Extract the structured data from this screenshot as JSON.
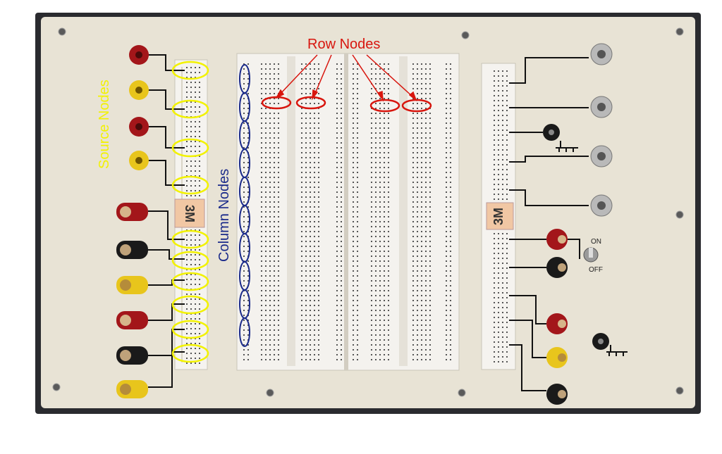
{
  "labels": {
    "source_nodes": "Source Nodes",
    "column_nodes": "Column Nodes",
    "row_nodes": "Row Nodes",
    "on": "ON",
    "off": "OFF",
    "brand_left": "3M",
    "brand_right": "3M"
  },
  "colors": {
    "source_highlight": "#f2f200",
    "column_highlight": "#1a2a8a",
    "row_highlight": "#d8160e",
    "panel": "#e8e3d5",
    "breadboard": "#f4f2ee",
    "jack_red": "#a3161a",
    "jack_yellow": "#e8c51c",
    "jack_black": "#1a1a1a"
  },
  "left_jacks": [
    "red-jack-icon",
    "yellow-jack-icon",
    "red-jack-icon",
    "yellow-jack-icon",
    "red-binding-post-icon",
    "black-binding-post-icon",
    "yellow-binding-post-icon",
    "red-binding-post-icon",
    "black-binding-post-icon",
    "yellow-binding-post-icon"
  ],
  "right_connectors": [
    "bnc-connector-icon",
    "bnc-connector-icon",
    "black-jack-icon",
    "bnc-connector-icon",
    "bnc-connector-icon",
    "red-binding-post-icon",
    "black-binding-post-icon",
    "red-binding-post-icon",
    "yellow-binding-post-icon",
    "black-binding-post-icon"
  ]
}
